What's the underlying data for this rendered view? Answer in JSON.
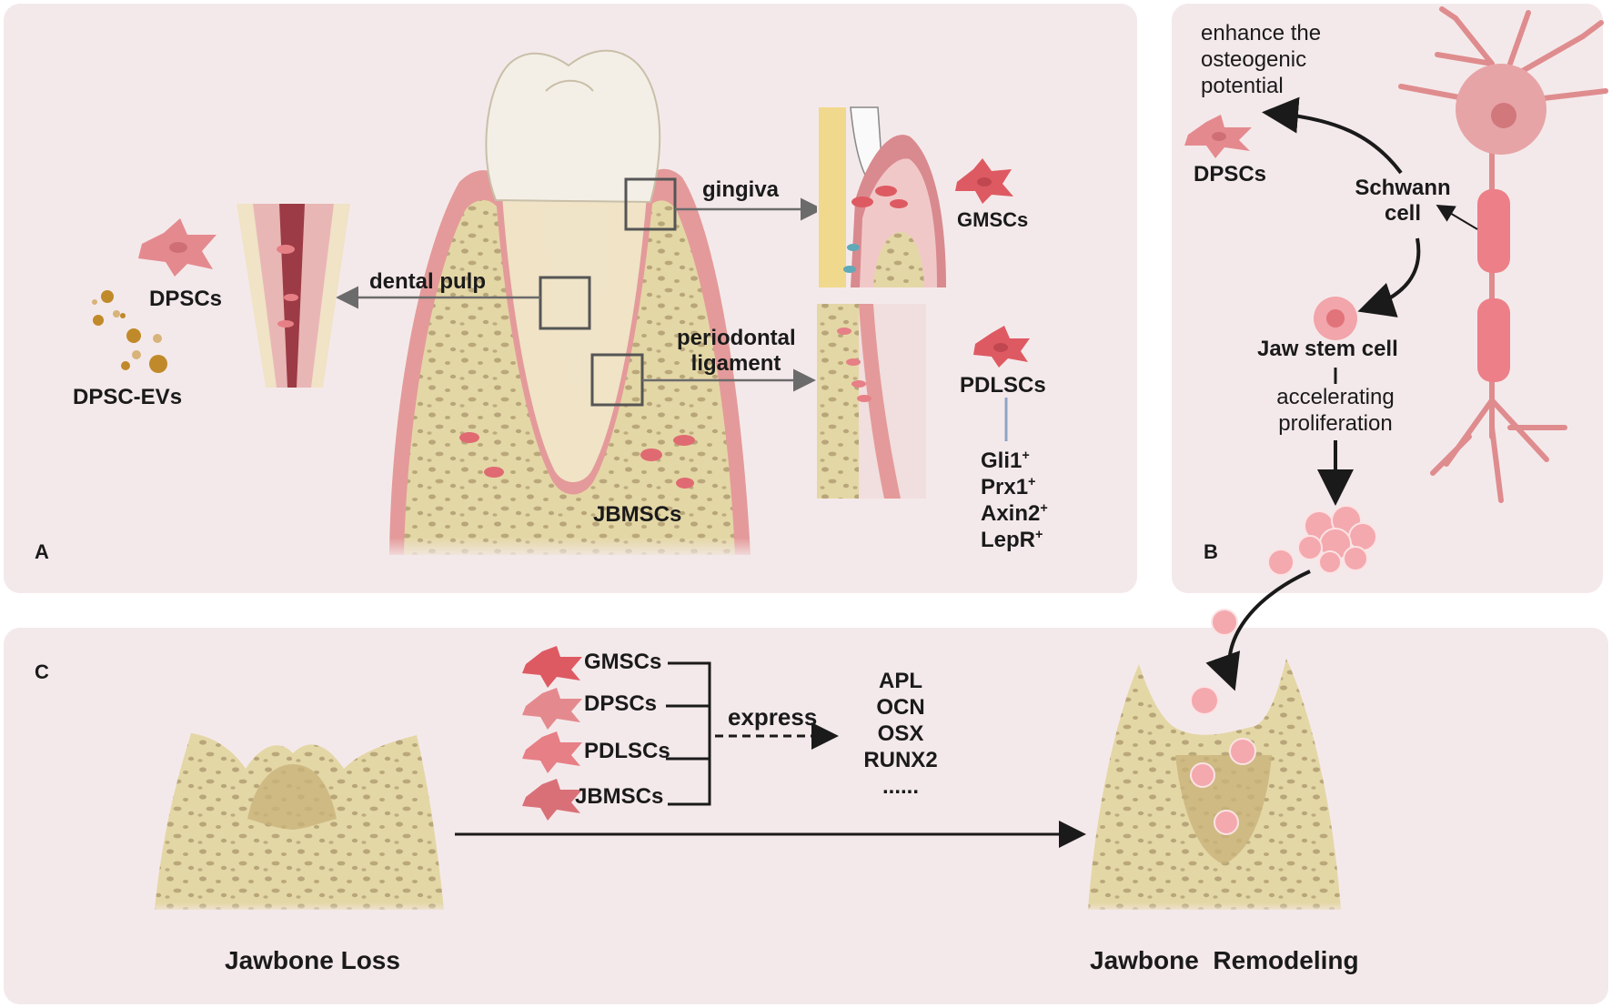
{
  "panel_a": {
    "letter": "A",
    "dpscs": "DPSCs",
    "dpsc_evs": "DPSC-EVs",
    "dental_pulp": "dental pulp",
    "gingiva": "gingiva",
    "gmscs": "GMSCs",
    "periodontal_line1": "periodontal",
    "periodontal_line2": "ligament",
    "pdlscs": "PDLSCs",
    "jbmscs": "JBMSCs",
    "markers": [
      {
        "name": "Gli1",
        "sup": "+"
      },
      {
        "name": "Prx1",
        "sup": "+"
      },
      {
        "name": "Axin2",
        "sup": "+"
      },
      {
        "name": "LepR",
        "sup": "+"
      }
    ]
  },
  "panel_b": {
    "letter": "B",
    "enhance_line1": "enhance the",
    "enhance_line2": "osteogenic",
    "enhance_line3": "potential",
    "dpscs": "DPSCs",
    "schwann_line1": "Schwann",
    "schwann_line2": "cell",
    "jaw_stem_cell": "Jaw stem cell",
    "accelerating_line1": "accelerating",
    "accelerating_line2": "proliferation"
  },
  "panel_c": {
    "letter": "C",
    "cells": [
      "GMSCs",
      "DPSCs",
      "PDLSCs",
      "JBMSCs"
    ],
    "express": "express",
    "genes": [
      "APL",
      "OCN",
      "OSX",
      "RUNX2",
      "......"
    ],
    "jawbone_loss": "Jawbone Loss",
    "jawbone_remodeling": "Jawbone  Remodeling"
  },
  "colors": {
    "panel_bg": "#f4e9ea",
    "bone": "#e4d7a6",
    "bone_spot": "#a9956a",
    "gum": "#e49a9a",
    "cell_pink": "#e77f86",
    "cell_red": "#de5a62",
    "arrow_gray": "#6b6b6b",
    "neuron": "#df8c8f"
  }
}
